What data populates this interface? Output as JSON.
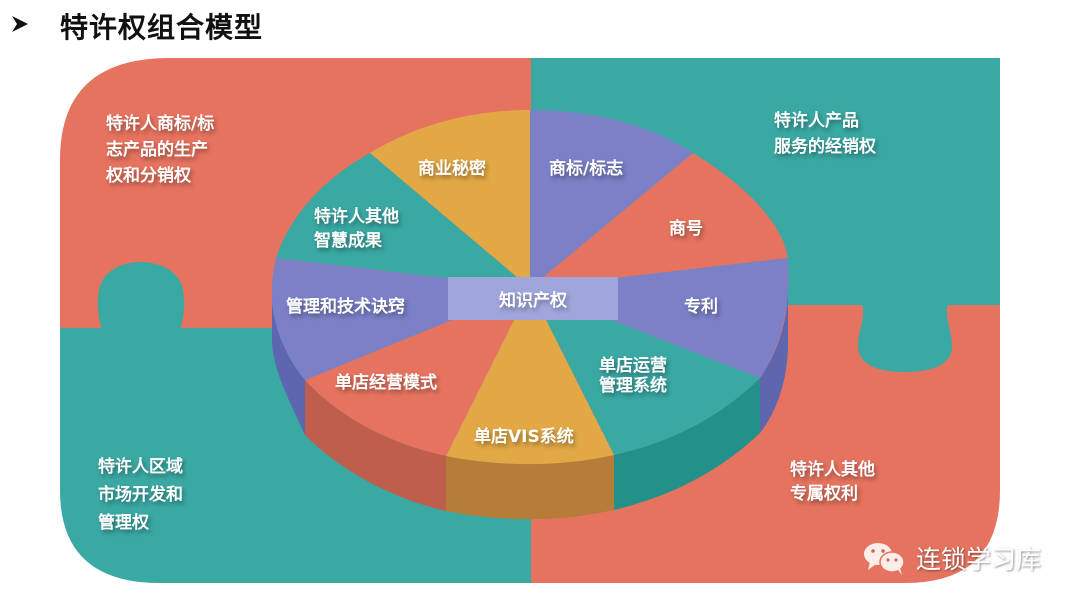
{
  "header": {
    "bullet_icon": "arrowhead-bullet",
    "title": "特许权组合模型"
  },
  "colors": {
    "salmon": "#e5735f",
    "teal": "#3aa8a3",
    "purple": "#7b80c7",
    "yellow": "#e2a845",
    "center_box": "#9fa6dc"
  },
  "quadrants": {
    "top_left": {
      "lines": [
        "特许人商标/标",
        "志产品的生产",
        "权和分销权"
      ]
    },
    "top_right": {
      "lines": [
        "特许人产品",
        "服务的经销权"
      ]
    },
    "bottom_left": {
      "lines": [
        "特许人区域",
        "市场开发和",
        "管理权"
      ]
    },
    "bottom_right": {
      "lines": [
        "特许人其他",
        "专属权利"
      ]
    }
  },
  "pie": {
    "center_label": "知识产权",
    "slices": [
      {
        "lines": [
          "商标/标志"
        ],
        "color": "purple"
      },
      {
        "lines": [
          "商号"
        ],
        "color": "salmon"
      },
      {
        "lines": [
          "专利"
        ],
        "color": "purple"
      },
      {
        "lines": [
          "单店运营",
          "管理系统"
        ],
        "color": "teal"
      },
      {
        "lines": [
          "单店VIS系统"
        ],
        "color": "yellow"
      },
      {
        "lines": [
          "单店经营模式"
        ],
        "color": "salmon"
      },
      {
        "lines": [
          "管理和技术诀窍"
        ],
        "color": "purple"
      },
      {
        "lines": [
          "特许人其他",
          "智慧成果"
        ],
        "color": "teal"
      },
      {
        "lines": [
          "商业秘密"
        ],
        "color": "yellow"
      }
    ]
  },
  "watermark": {
    "icon": "wechat-icon",
    "text": "连锁学习库"
  }
}
